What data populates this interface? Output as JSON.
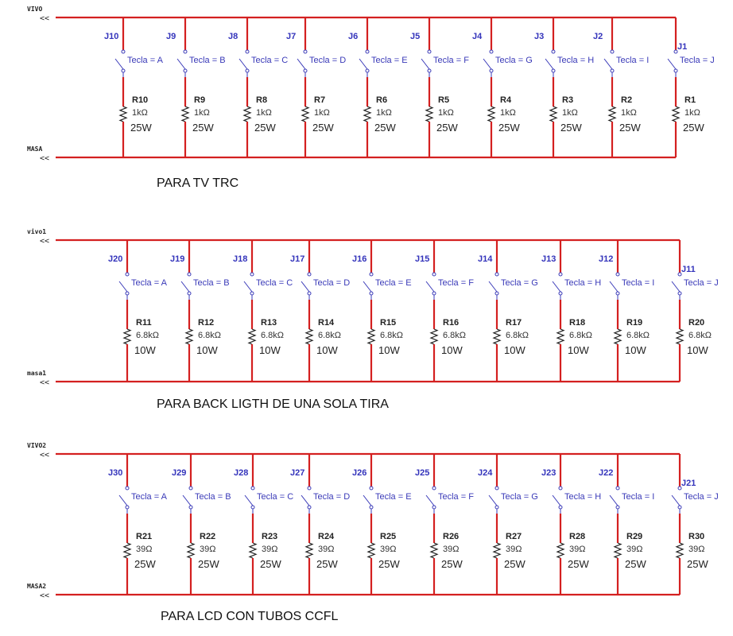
{
  "colors": {
    "wire": "#d42020",
    "switch": "#3a3ab8",
    "label": "#3333bb"
  },
  "sections": [
    {
      "top_label": "VIVO",
      "bottom_label": "MASA",
      "title": "PARA TV TRC",
      "branches": [
        {
          "switch": "J10",
          "key": "Tecla = A",
          "resistor": "R10",
          "value": "1kΩ",
          "power": "25W"
        },
        {
          "switch": "J9",
          "key": "Tecla = B",
          "resistor": "R9",
          "value": "1kΩ",
          "power": "25W"
        },
        {
          "switch": "J8",
          "key": "Tecla = C",
          "resistor": "R8",
          "value": "1kΩ",
          "power": "25W"
        },
        {
          "switch": "J7",
          "key": "Tecla = D",
          "resistor": "R7",
          "value": "1kΩ",
          "power": "25W"
        },
        {
          "switch": "J6",
          "key": "Tecla = E",
          "resistor": "R6",
          "value": "1kΩ",
          "power": "25W"
        },
        {
          "switch": "J5",
          "key": "Tecla = F",
          "resistor": "R5",
          "value": "1kΩ",
          "power": "25W"
        },
        {
          "switch": "J4",
          "key": "Tecla = G",
          "resistor": "R4",
          "value": "1kΩ",
          "power": "25W"
        },
        {
          "switch": "J3",
          "key": "Tecla = H",
          "resistor": "R3",
          "value": "1kΩ",
          "power": "25W"
        },
        {
          "switch": "J2",
          "key": "Tecla = I",
          "resistor": "R2",
          "value": "1kΩ",
          "power": "25W"
        },
        {
          "switch": "J1",
          "key": "Tecla = J",
          "resistor": "R1",
          "value": "1kΩ",
          "power": "25W"
        }
      ]
    },
    {
      "top_label": "vivo1",
      "bottom_label": "masa1",
      "title": "PARA BACK LIGTH DE UNA SOLA TIRA",
      "branches": [
        {
          "switch": "J20",
          "key": "Tecla = A",
          "resistor": "R11",
          "value": "6.8kΩ",
          "power": "10W"
        },
        {
          "switch": "J19",
          "key": "Tecla = B",
          "resistor": "R12",
          "value": "6.8kΩ",
          "power": "10W"
        },
        {
          "switch": "J18",
          "key": "Tecla = C",
          "resistor": "R13",
          "value": "6.8kΩ",
          "power": "10W"
        },
        {
          "switch": "J17",
          "key": "Tecla = D",
          "resistor": "R14",
          "value": "6.8kΩ",
          "power": "10W"
        },
        {
          "switch": "J16",
          "key": "Tecla = E",
          "resistor": "R15",
          "value": "6.8kΩ",
          "power": "10W"
        },
        {
          "switch": "J15",
          "key": "Tecla = F",
          "resistor": "R16",
          "value": "6.8kΩ",
          "power": "10W"
        },
        {
          "switch": "J14",
          "key": "Tecla = G",
          "resistor": "R17",
          "value": "6.8kΩ",
          "power": "10W"
        },
        {
          "switch": "J13",
          "key": "Tecla = H",
          "resistor": "R18",
          "value": "6.8kΩ",
          "power": "10W"
        },
        {
          "switch": "J12",
          "key": "Tecla = I",
          "resistor": "R19",
          "value": "6.8kΩ",
          "power": "10W"
        },
        {
          "switch": "J11",
          "key": "Tecla = J",
          "resistor": "R20",
          "value": "6.8kΩ",
          "power": "10W"
        }
      ]
    },
    {
      "top_label": "VIVO2",
      "bottom_label": "MASA2",
      "title": "PARA LCD CON TUBOS CCFL",
      "branches": [
        {
          "switch": "J30",
          "key": "Tecla = A",
          "resistor": "R21",
          "value": "39Ω",
          "power": "25W"
        },
        {
          "switch": "J29",
          "key": "Tecla = B",
          "resistor": "R22",
          "value": "39Ω",
          "power": "25W"
        },
        {
          "switch": "J28",
          "key": "Tecla = C",
          "resistor": "R23",
          "value": "39Ω",
          "power": "25W"
        },
        {
          "switch": "J27",
          "key": "Tecla = D",
          "resistor": "R24",
          "value": "39Ω",
          "power": "25W"
        },
        {
          "switch": "J26",
          "key": "Tecla = E",
          "resistor": "R25",
          "value": "39Ω",
          "power": "25W"
        },
        {
          "switch": "J25",
          "key": "Tecla = F",
          "resistor": "R26",
          "value": "39Ω",
          "power": "25W"
        },
        {
          "switch": "J24",
          "key": "Tecla = G",
          "resistor": "R27",
          "value": "39Ω",
          "power": "25W"
        },
        {
          "switch": "J23",
          "key": "Tecla = H",
          "resistor": "R28",
          "value": "39Ω",
          "power": "25W"
        },
        {
          "switch": "J22",
          "key": "Tecla = I",
          "resistor": "R29",
          "value": "39Ω",
          "power": "25W"
        },
        {
          "switch": "J21",
          "key": "Tecla = J",
          "resistor": "R30",
          "value": "39Ω",
          "power": "25W"
        }
      ]
    }
  ]
}
